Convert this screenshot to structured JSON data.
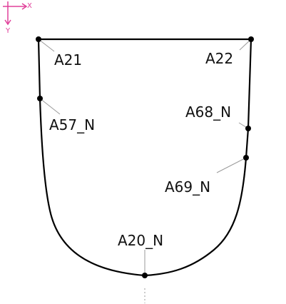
{
  "axes": {
    "x_label": "X",
    "y_label": "Y",
    "color": "#e0409a"
  },
  "colors": {
    "outline": "#000000",
    "leader": "#9a9a9a",
    "label": "#111111",
    "point": "#000000"
  },
  "points": [
    {
      "id": "A21",
      "label": "A21"
    },
    {
      "id": "A22",
      "label": "A22"
    },
    {
      "id": "A57_N",
      "label": "A57_N"
    },
    {
      "id": "A68_N",
      "label": "A68_N"
    },
    {
      "id": "A69_N",
      "label": "A69_N"
    },
    {
      "id": "A20_N",
      "label": "A20_N"
    }
  ]
}
